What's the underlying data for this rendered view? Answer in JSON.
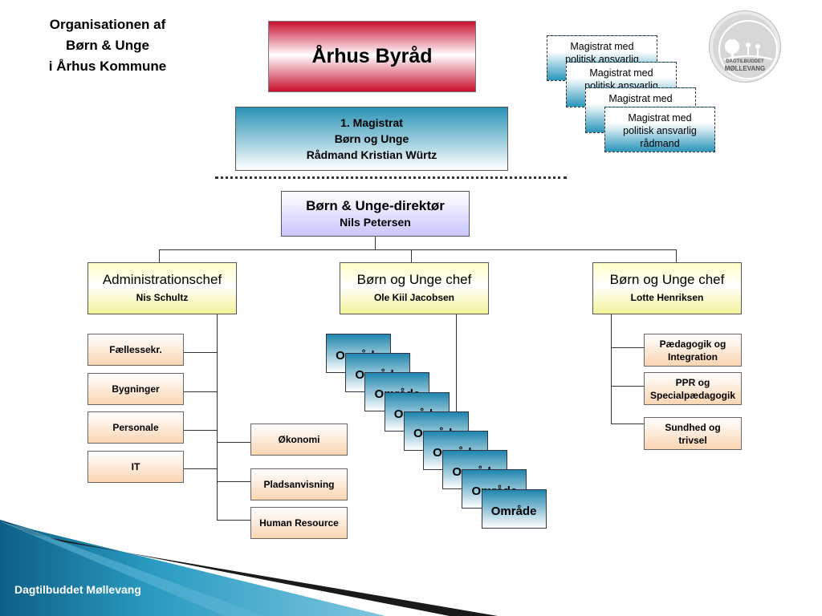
{
  "page_title": {
    "line1": "Organisationen af",
    "line2": "Børn & Unge",
    "line3": "i Århus Kommune"
  },
  "council": {
    "label": "Århus Byråd"
  },
  "stacked_magistrates": [
    {
      "line1": "Magistrat med",
      "line2": "politisk ansvarlig",
      "line3": ""
    },
    {
      "line1": "Magistrat med",
      "line2": "politisk ansvarlig",
      "line3": ""
    },
    {
      "line1": "Magistrat med",
      "line2": "p",
      "line3": ""
    },
    {
      "line1": "Magistrat med",
      "line2": "politisk ansvarlig",
      "line3": "rådmand"
    }
  ],
  "magistrat": {
    "line1": "1. Magistrat",
    "line2": "Børn og Unge",
    "line3": "Rådmand Kristian Würtz"
  },
  "director": {
    "title": "Børn & Unge-direktør",
    "name": "Nils Petersen"
  },
  "admin_chief": {
    "title": "Administrationschef",
    "name": "Nis Schultz"
  },
  "chief_center": {
    "title": "Børn og Unge chef",
    "name": "Ole Kiil Jacobsen"
  },
  "chief_right": {
    "title": "Børn og Unge chef",
    "name": "Lotte Henriksen"
  },
  "admin_units_left": [
    "Fællessekr.",
    "Bygninger",
    "Personale",
    "IT"
  ],
  "admin_units_right": [
    "Økonomi",
    "Pladsanvisning",
    "Human Resource"
  ],
  "omrade_label": "Område",
  "omrade_count": 9,
  "right_units": [
    {
      "line1": "Pædagogik og",
      "line2": "Integration"
    },
    {
      "line1": "PPR og",
      "line2": "Specialpædagogik"
    },
    {
      "line1": "Sundhed og",
      "line2": "trivsel"
    }
  ],
  "logo": {
    "text1": "DAGTILBUDDET",
    "text2": "MØLLEVANG"
  },
  "footer": {
    "text": "Dagtilbuddet Møllevang"
  },
  "colors": {
    "council_red": "#c8102e",
    "teal": "#2a92b5",
    "director_lilac": "#c9c6ff",
    "chief_yellow": "#f3f39a",
    "unit_peach": "#fbd5b2",
    "footer_band": "#16688c"
  }
}
